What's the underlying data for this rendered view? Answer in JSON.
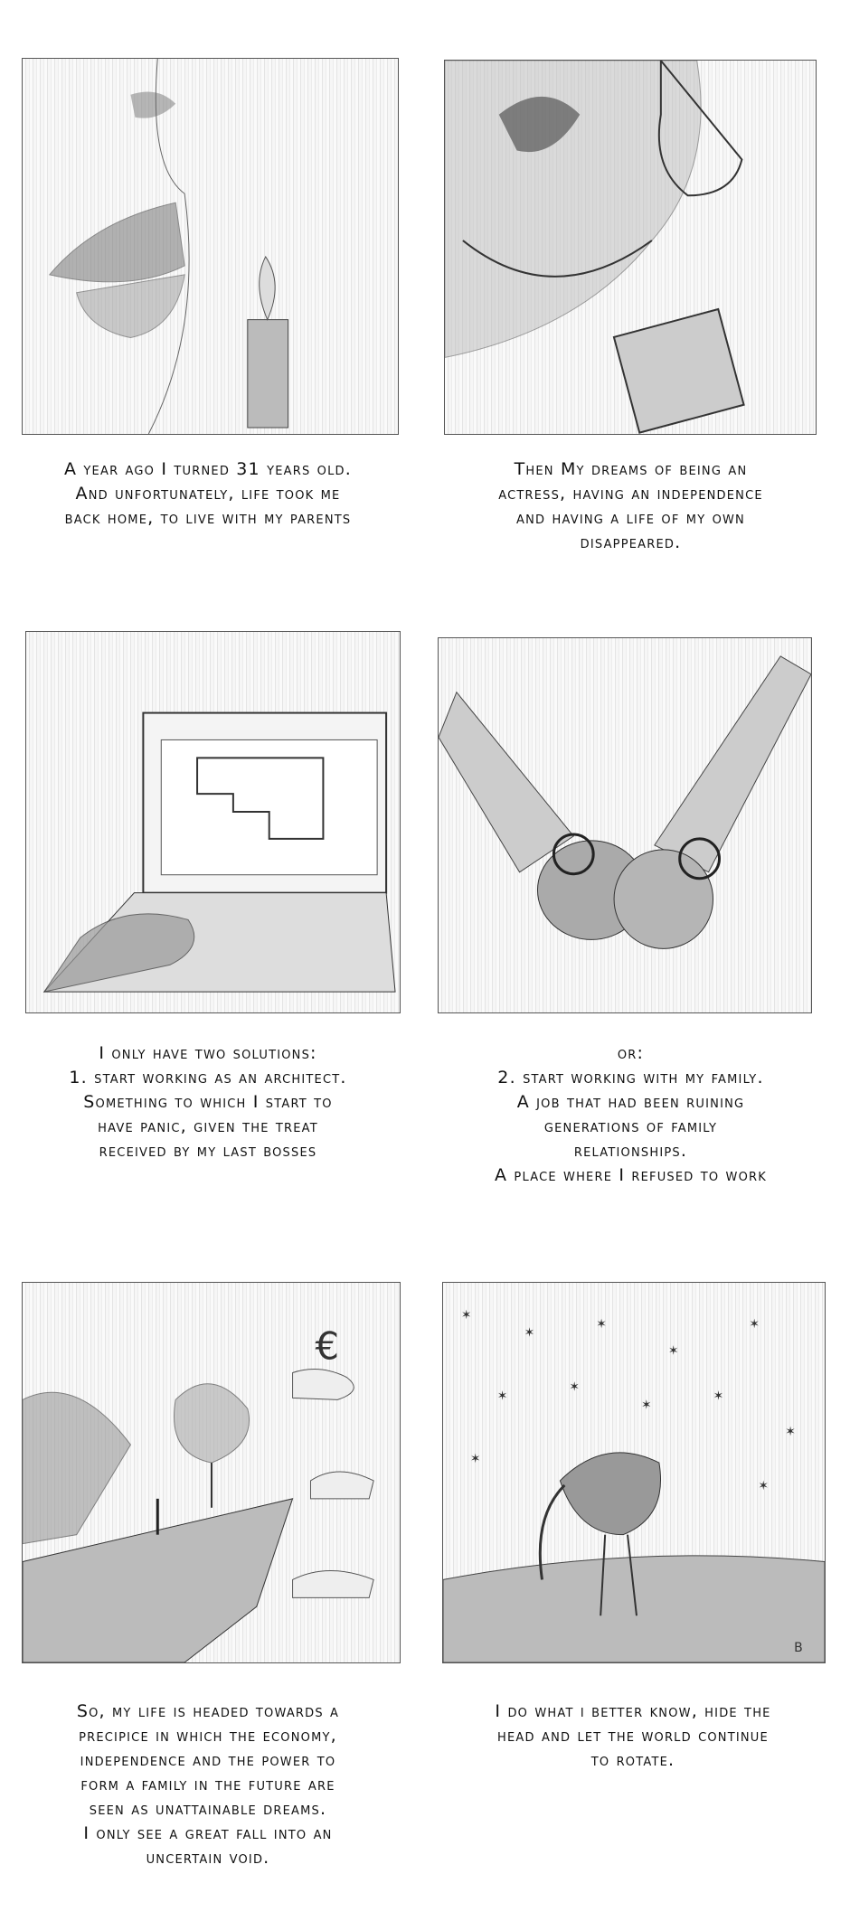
{
  "panels": [
    {
      "caption": [
        "A year ago I turned 31 years old.",
        "And unfortunately, life took me",
        "back home, to live with my parents"
      ]
    },
    {
      "caption": [
        "Then My dreams of being an",
        "actress, having an independence",
        "and having a life of my own",
        "disappeared."
      ]
    },
    {
      "caption": [
        "I only have two solutions:",
        "1. start working as an architect.",
        "Something to which I start to",
        "have panic, given the treat",
        "received by my last bosses"
      ]
    },
    {
      "caption": [
        "or:",
        "2. start working with my family.",
        "A job that had been ruining",
        "generations of family",
        "relationships.",
        "A place where I refused to work"
      ]
    },
    {
      "caption": [
        "So, my life is headed towards a",
        "precipice in which the economy,",
        "independence and the power to",
        "form a family in the future are",
        "seen as unattainable dreams.",
        "I only see a great fall into an",
        "uncertain void."
      ]
    },
    {
      "caption": [
        "I do what i better know, hide the",
        "head and let the world continue",
        "to rotate."
      ]
    }
  ],
  "euro_symbol": "€",
  "signature": "B"
}
